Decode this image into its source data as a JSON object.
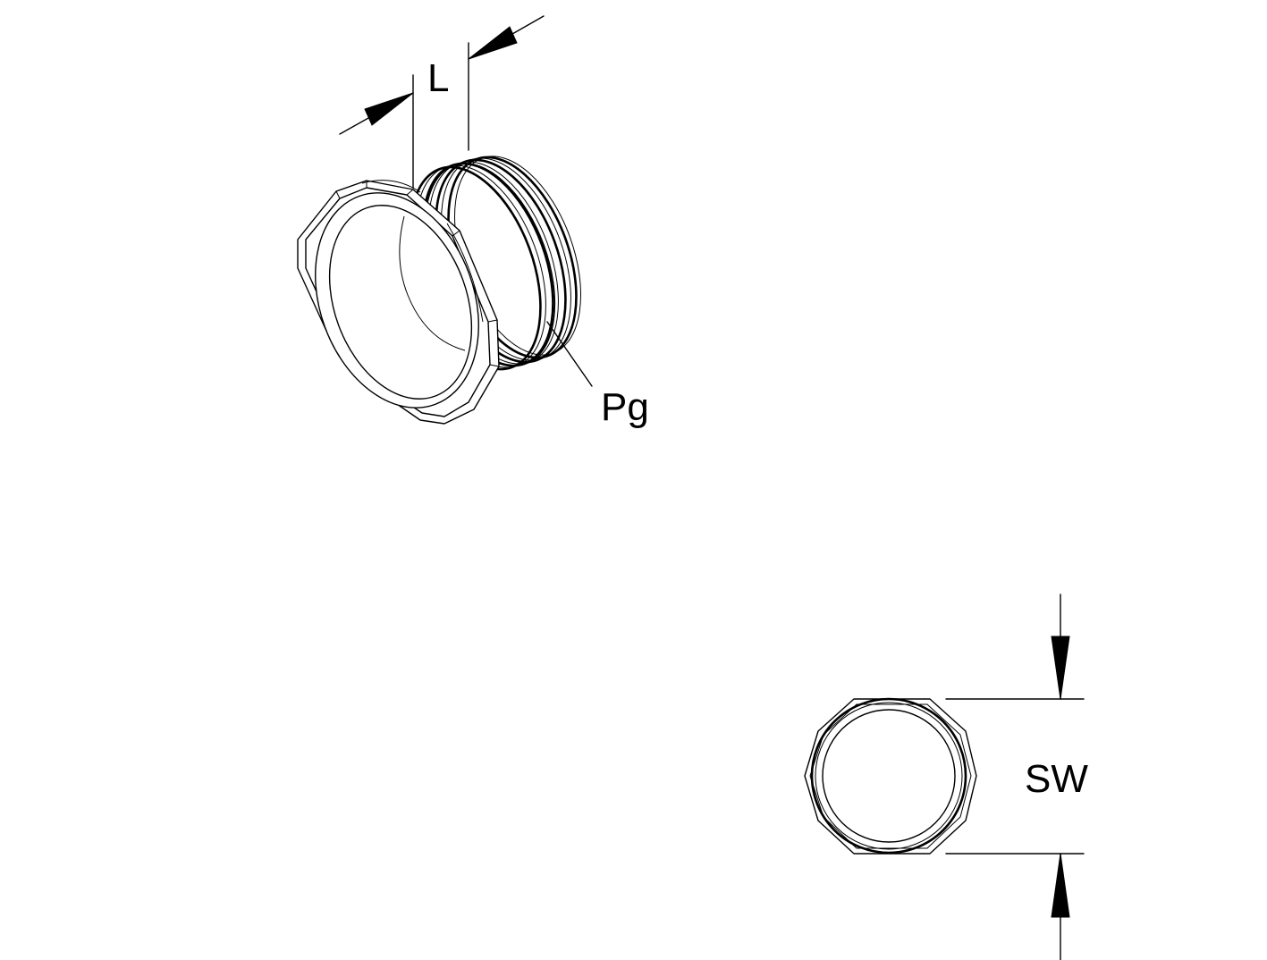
{
  "labels": {
    "length": "L",
    "thread": "Pg",
    "wrench_size": "SW"
  }
}
